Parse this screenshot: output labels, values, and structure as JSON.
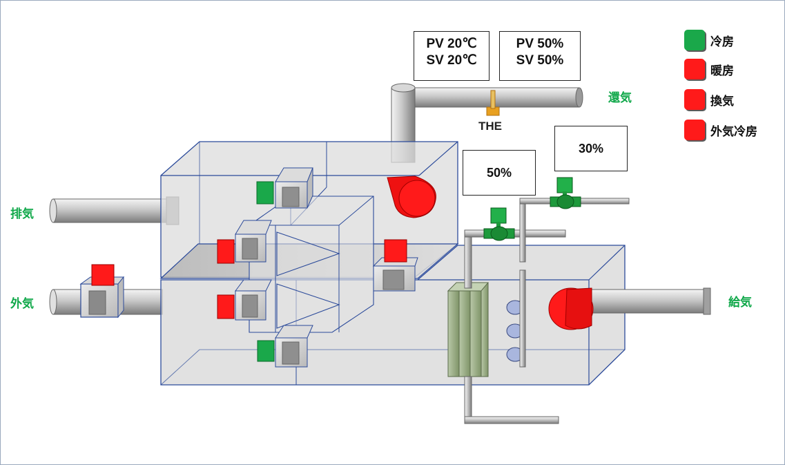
{
  "labels": {
    "exhaust": "排気",
    "outdoor_air": "外気",
    "return_air": "還気",
    "supply_air": "給気"
  },
  "readouts": {
    "temperature": {
      "pv": "PV 20℃",
      "sv": "SV 20℃"
    },
    "humidity": {
      "pv": "PV 50%",
      "sv": "SV 50%"
    }
  },
  "sensor_label": "THE",
  "valve_openings": {
    "valve_1": "50%",
    "valve_2": "30%"
  },
  "legend": [
    {
      "label": "冷房",
      "color": "#1aa84a"
    },
    {
      "label": "暖房",
      "color": "#ff1a1a"
    },
    {
      "label": "換気",
      "color": "#ff1a1a"
    },
    {
      "label": "外気冷房",
      "color": "#ff1a1a"
    }
  ],
  "damper_colors": {
    "green": "#1aa84a",
    "red": "#ff1a1a"
  },
  "colors": {
    "label_green": "#10a84a",
    "unit_outline": "#2b4a9a",
    "valve_green": "#1e9a3c",
    "coil": "#9cb08a"
  }
}
